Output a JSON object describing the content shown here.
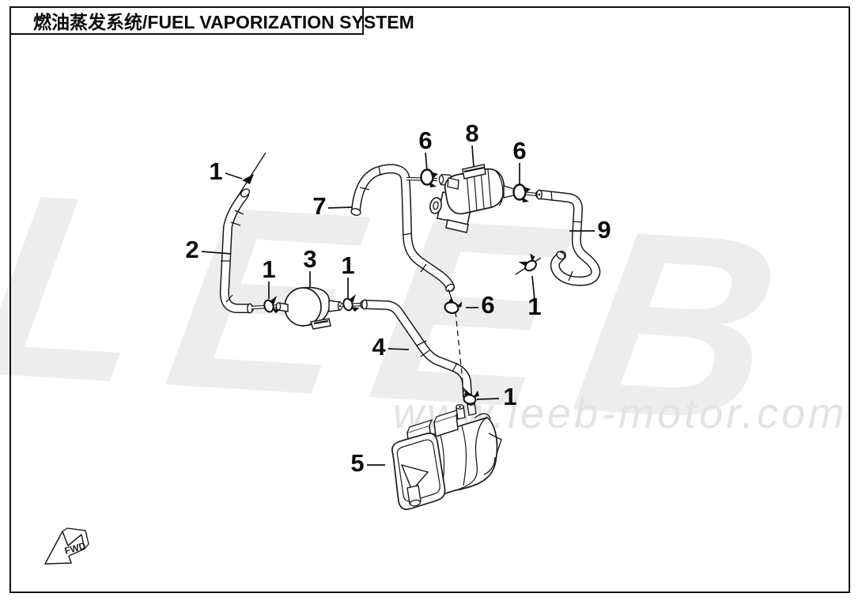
{
  "header": {
    "title": "燃油蒸发系统/FUEL VAPORIZATION SYSTEM"
  },
  "watermark": {
    "brand": "LEEB",
    "site": "www.leeb-motor.com"
  },
  "direction_indicator": {
    "label": "FWD"
  },
  "colors": {
    "ink": "#1a1a1a",
    "paper": "#ffffff",
    "watermark_brand": "#ededed",
    "watermark_site": "#e3e3e3"
  },
  "callouts": [
    {
      "label": "1"
    },
    {
      "label": "2"
    },
    {
      "label": "7"
    },
    {
      "label": "6"
    },
    {
      "label": "8"
    },
    {
      "label": "6"
    },
    {
      "label": "1"
    },
    {
      "label": "3"
    },
    {
      "label": "1"
    },
    {
      "label": "9"
    },
    {
      "label": "6"
    },
    {
      "label": "1"
    },
    {
      "label": "4"
    },
    {
      "label": "1"
    },
    {
      "label": "5"
    }
  ]
}
